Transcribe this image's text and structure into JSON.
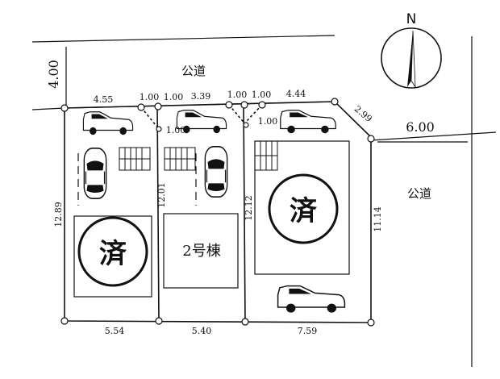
{
  "north": {
    "label": "N"
  },
  "roads": {
    "north_label": "公道",
    "east_label": "公道",
    "north_width": "4.00",
    "east_width": "6.00"
  },
  "dimensions": {
    "top_lot1": "4.55",
    "top_gap1a": "1.00",
    "top_gap1b": "1.00",
    "top_lot2": "3.39",
    "top_gap2a": "1.00",
    "top_gap2b": "1.00",
    "top_lot3": "4.44",
    "corner": "2.99",
    "lower_gap1": "1.00",
    "lower_gap2": "1.00",
    "bottom_lot1": "5.54",
    "bottom_lot2": "5.40",
    "bottom_lot3": "7.59",
    "side_lot1": "12.89",
    "side_lot2": "12.01",
    "side_lot3": "12.12",
    "side_east": "11.14"
  },
  "lots": {
    "lot1_status": "済",
    "lot2_label": "2号棟",
    "lot3_status": "済"
  }
}
